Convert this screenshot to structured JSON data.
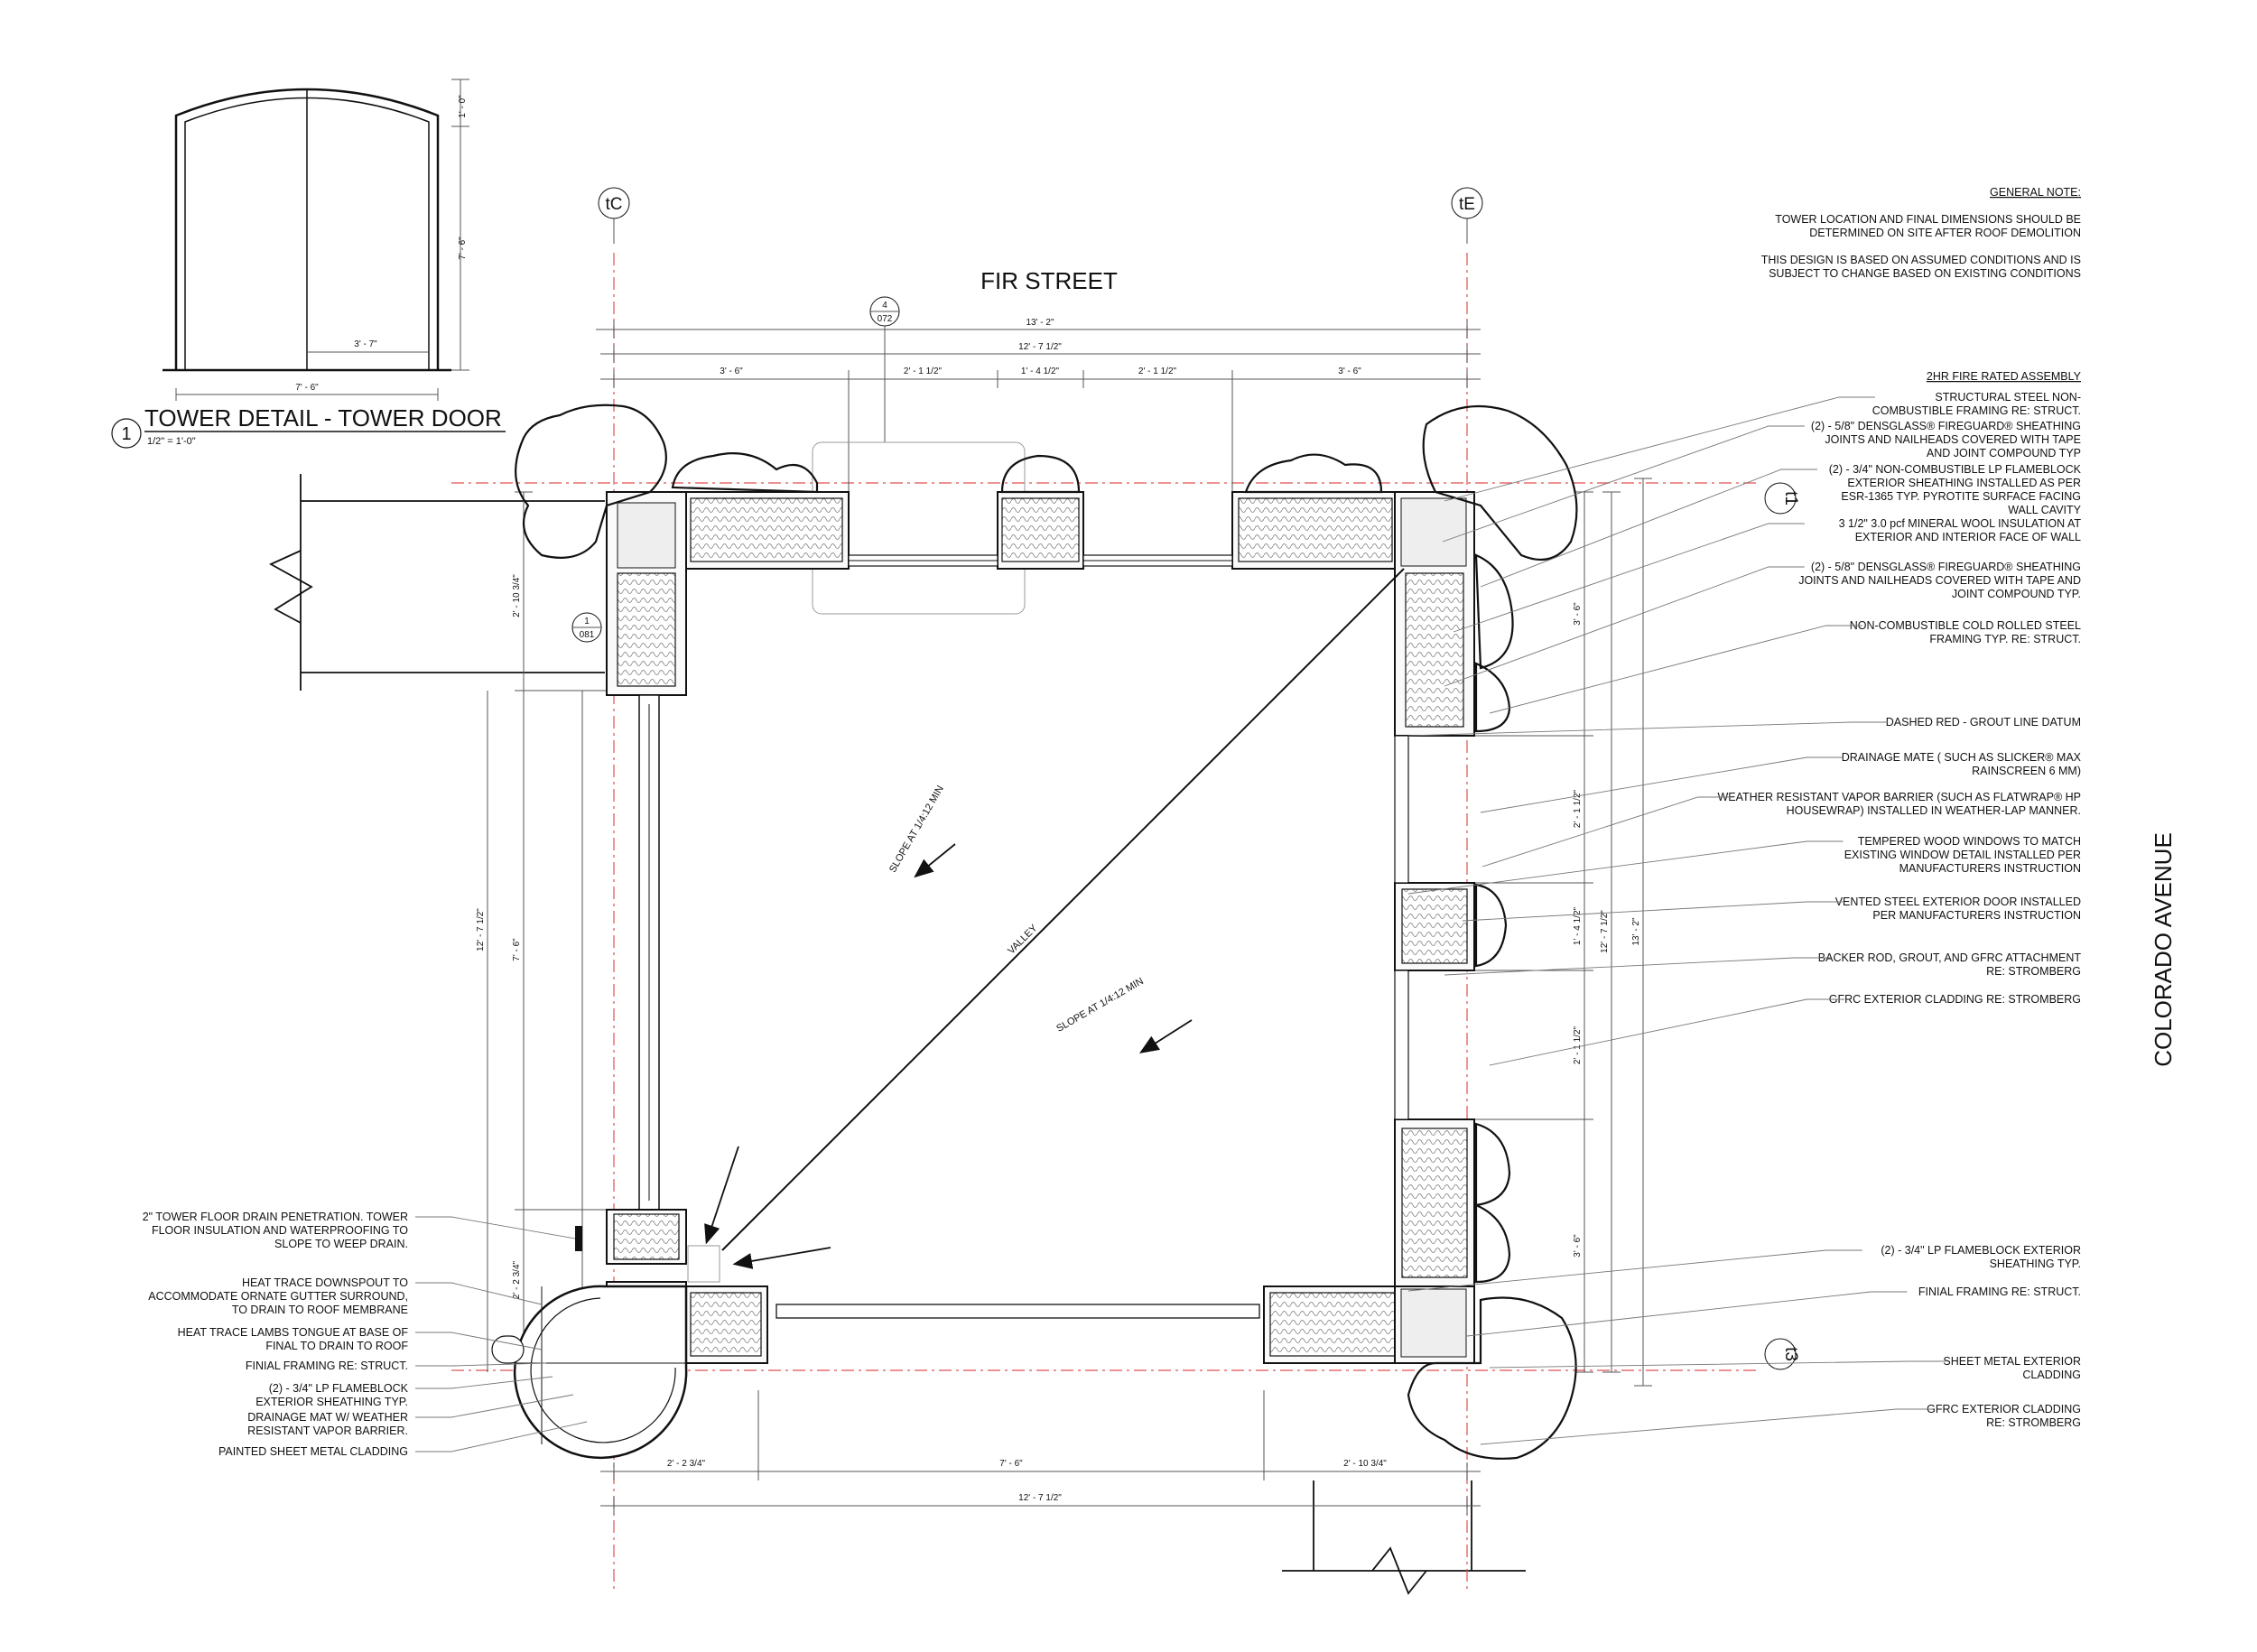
{
  "detail": {
    "number": "1",
    "title": "TOWER DETAIL - TOWER DOOR",
    "scale": "1/2\" = 1'-0\"",
    "dims": {
      "height_top": "1' - 0\"",
      "height_main": "7' - 6\"",
      "width_leaf": "3' - 7\"",
      "width_total": "7' - 6\""
    }
  },
  "grid": {
    "left": "tC",
    "right": "tE",
    "top_row": "t1",
    "bottom_row": "t3"
  },
  "streets": {
    "north": "FIR STREET",
    "east": "COLORADO AVENUE"
  },
  "callouts": {
    "section": {
      "num": "4",
      "sheet": "072"
    },
    "detail": {
      "num": "1",
      "sheet": "081"
    }
  },
  "dimensions": {
    "top_overall": "13' - 2\"",
    "top_inner": "12' - 7 1/2\"",
    "top_segments": [
      "3' - 6\"",
      "2' - 1 1/2\"",
      "1' - 4 1/2\"",
      "2' - 1 1/2\"",
      "3' - 6\""
    ],
    "left_upper": "2' - 10 3/4\"",
    "left_overall": "12' - 7 1/2\"",
    "left_middle": "7' - 6\"",
    "left_lower": "2' - 2 3/4\"",
    "bottom_segments": [
      "2' - 2 3/4\"",
      "7' - 6\"",
      "2' - 10 3/4\""
    ],
    "bottom_overall": "12' - 7 1/2\"",
    "right_segments": [
      "3' - 6\"",
      "2' - 1 1/2\"",
      "1' - 4 1/2\"",
      "2' - 1 1/2\"",
      "3' - 6\""
    ],
    "right_inner": "12' - 7 1/2\"",
    "right_overall": "13' - 2\""
  },
  "plan_labels": {
    "slope1": "SLOPE AT 1/4:12 MIN",
    "slope2": "SLOPE AT 1/4:12 MIN",
    "valley": "VALLEY"
  },
  "general_note": {
    "heading": "GENERAL NOTE:",
    "lines": [
      "TOWER LOCATION AND FINAL DIMENSIONS SHOULD BE",
      "DETERMINED ON SITE AFTER ROOF DEMOLITION",
      "",
      "THIS DESIGN IS BASED ON ASSUMED CONDITIONS AND IS",
      "SUBJECT TO CHANGE BASED ON EXISTING CONDITIONS"
    ]
  },
  "assembly": {
    "heading": "2HR FIRE RATED ASSEMBLY",
    "notes": [
      [
        "STRUCTURAL STEEL NON-",
        "COMBUSTIBLE FRAMING RE: STRUCT."
      ],
      [
        "(2) - 5/8\" DENSGLASS® FIREGUARD® SHEATHING",
        "JOINTS AND NAILHEADS COVERED WITH TAPE",
        "AND JOINT COMPOUND  TYP"
      ],
      [
        "(2) - 3/4\" NON-COMBUSTIBLE LP FLAMEBLOCK",
        "EXTERIOR SHEATHING INSTALLED AS PER",
        "ESR-1365 TYP. PYROTITE SURFACE FACING",
        "WALL CAVITY"
      ],
      [
        "3 1/2\" 3.0 pcf  MINERAL WOOL INSULATION AT",
        "EXTERIOR AND INTERIOR FACE OF WALL"
      ],
      [
        "(2) - 5/8\" DENSGLASS® FIREGUARD® SHEATHING",
        "JOINTS AND NAILHEADS COVERED WITH TAPE AND",
        "JOINT COMPOUND  TYP."
      ],
      [
        "NON-COMBUSTIBLE COLD ROLLED STEEL",
        "FRAMING TYP. RE: STRUCT."
      ],
      [
        "DASHED RED - GROUT LINE DATUM"
      ],
      [
        "DRAINAGE MATE ( SUCH AS SLICKER® MAX",
        "RAINSCREEN 6 MM)"
      ],
      [
        "WEATHER RESISTANT VAPOR BARRIER (SUCH AS FLATWRAP® HP",
        "HOUSEWRAP) INSTALLED IN WEATHER-LAP MANNER."
      ],
      [
        "TEMPERED WOOD WINDOWS TO MATCH",
        "EXISTING WINDOW DETAIL INSTALLED PER",
        "MANUFACTURERS INSTRUCTION"
      ],
      [
        "VENTED STEEL EXTERIOR DOOR INSTALLED",
        "PER MANUFACTURERS INSTRUCTION"
      ],
      [
        "BACKER ROD, GROUT, AND GFRC ATTACHMENT",
        "RE: STROMBERG"
      ],
      [
        "GFRC EXTERIOR CLADDING RE: STROMBERG"
      ],
      [
        "(2) - 3/4\" LP FLAMEBLOCK EXTERIOR",
        "SHEATHING TYP."
      ],
      [
        "FINIAL FRAMING RE: STRUCT."
      ],
      [
        "SHEET METAL EXTERIOR",
        "CLADDING"
      ],
      [
        "GFRC EXTERIOR CLADDING",
        "RE: STROMBERG"
      ]
    ]
  },
  "left_notes": [
    [
      "2\" TOWER FLOOR DRAIN PENETRATION. TOWER",
      "FLOOR  INSULATION AND WATERPROOFING TO",
      "SLOPE TO WEEP DRAIN."
    ],
    [
      "HEAT TRACE DOWNSPOUT TO",
      "ACCOMMODATE ORNATE GUTTER SURROUND,",
      "TO DRAIN TO ROOF MEMBRANE"
    ],
    [
      "HEAT TRACE LAMBS TONGUE AT BASE OF",
      "FINAL  TO DRAIN TO ROOF"
    ],
    [
      "FINIAL FRAMING RE: STRUCT."
    ],
    [
      "(2) - 3/4\" LP FLAMEBLOCK",
      "EXTERIOR SHEATHING TYP."
    ],
    [
      "DRAINAGE MAT W/ WEATHER",
      "RESISTANT VAPOR BARRIER."
    ],
    [
      "PAINTED SHEET METAL CLADDING"
    ]
  ]
}
